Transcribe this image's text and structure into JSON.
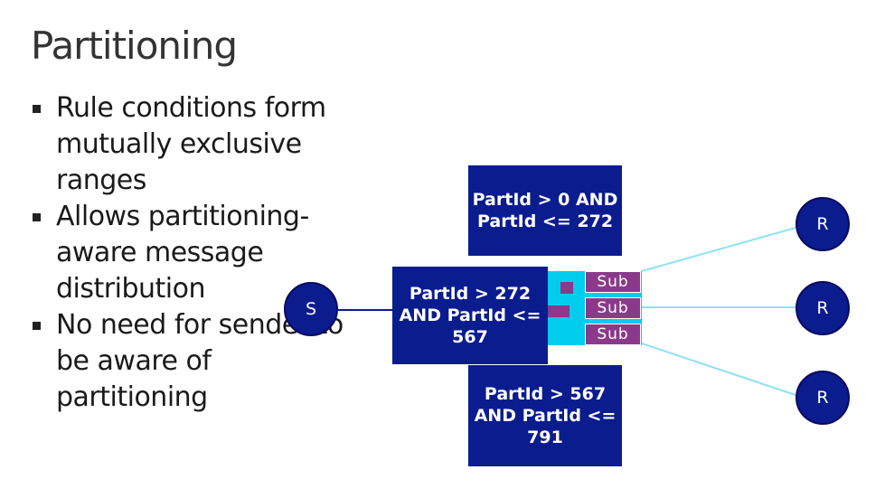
{
  "title": "Partitioning",
  "bullets": [
    "Rule conditions form mutually exclusive ranges",
    "Allows partitioning-aware message distribution",
    "No need for sender to be aware of partitioning"
  ],
  "diagram": {
    "sender_label": "S",
    "subscription_label": "Sub",
    "receiver_label": "R",
    "rules": [
      "PartId > 0 AND PartId <= 272",
      "PartId > 272 AND PartId <= 567",
      "PartId > 567 AND PartId <= 791"
    ]
  },
  "colors": {
    "rule_box": "#0b1c8f",
    "queue": "#00ccee",
    "subscription": "#8b3a8b",
    "wire": "#8ee2f2"
  }
}
